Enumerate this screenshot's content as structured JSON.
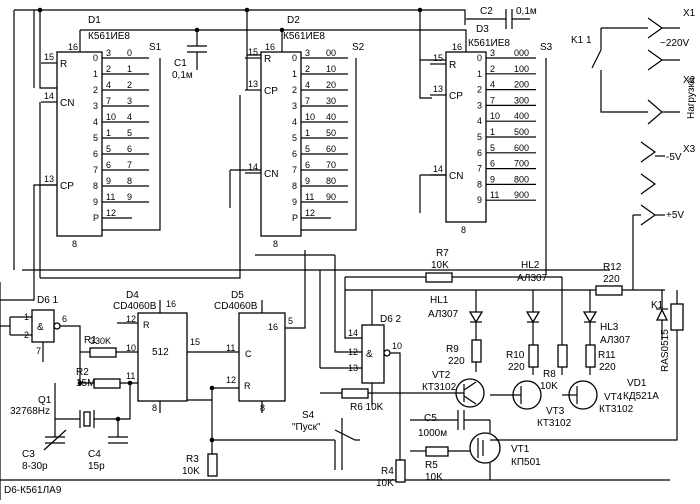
{
  "d1": {
    "ref": "D1",
    "type": "К561ИЕ8",
    "in_pins": [
      {
        "n": "15",
        "l": "R"
      },
      {
        "n": "14",
        "l": "CN"
      },
      {
        "n": "13",
        "l": "CP"
      }
    ],
    "top_pin": "16",
    "gnd_pin": "8",
    "out_nums": [
      "3",
      "2",
      "4",
      "7",
      "10",
      "1",
      "5",
      "6",
      "9",
      "11",
      "12"
    ],
    "out_labels": [
      "0",
      "1",
      "2",
      "3",
      "4",
      "5",
      "6",
      "7",
      "8",
      "9",
      "P"
    ],
    "ext": [
      "0",
      "1",
      "2",
      "3",
      "4",
      "5",
      "6",
      "7",
      "8",
      "9"
    ]
  },
  "d2": {
    "ref": "D2",
    "type": "К561ИЕ8",
    "in_pins": [
      {
        "n": "15",
        "l": "R"
      },
      {
        "n": "13",
        "l": "CP"
      },
      {
        "n": "14",
        "l": "CN"
      }
    ],
    "top_pin": "16",
    "gnd_pin": "8",
    "out_nums": [
      "3",
      "2",
      "4",
      "7",
      "10",
      "1",
      "5",
      "6",
      "9",
      "11",
      "12"
    ],
    "out_labels": [
      "0",
      "1",
      "2",
      "3",
      "4",
      "5",
      "6",
      "7",
      "8",
      "9",
      "P"
    ],
    "ext": [
      "00",
      "10",
      "20",
      "30",
      "40",
      "50",
      "60",
      "70",
      "80",
      "90"
    ]
  },
  "d3": {
    "ref": "D3",
    "type": "К561ИЕ8",
    "in_pins": [
      {
        "n": "15",
        "l": "R"
      },
      {
        "n": "13",
        "l": "CP"
      },
      {
        "n": "14",
        "l": "CN"
      }
    ],
    "top_pin": "16",
    "gnd_pin": "8",
    "out_nums": [
      "3",
      "2",
      "4",
      "7",
      "10",
      "1",
      "5",
      "6",
      "9",
      "11"
    ],
    "out_labels": [
      "0",
      "1",
      "2",
      "3",
      "4",
      "5",
      "6",
      "7",
      "8",
      "9"
    ],
    "ext": [
      "000",
      "100",
      "200",
      "300",
      "400",
      "500",
      "600",
      "700",
      "800",
      "900"
    ]
  },
  "switches": {
    "s1": "S1",
    "s2": "S2",
    "s3": "S3",
    "s4": "S4",
    "s4_name": "\"Пуск\""
  },
  "caps": {
    "c1_ref": "C1",
    "c1_val": "0,1м",
    "c2_ref": "C2",
    "c2_val": "0,1м",
    "c3_ref": "C3",
    "c3_val": "8-30р",
    "c4_ref": "C4",
    "c4_val": "15р",
    "c5_ref": "C5",
    "c5_val": "1000м"
  },
  "d4": {
    "ref": "D4",
    "type": "CD4060B",
    "pin16": "16",
    "r_pin": "12",
    "r_lbl": "R",
    "in_pin": "10",
    "out_pin": "15",
    "mid": "512",
    "gnd_pin": "8",
    "pin11": "11"
  },
  "d5": {
    "ref": "D5",
    "type": "CD4060B",
    "pin16": "16",
    "c_pin": "11",
    "c_lbl": "C",
    "r_pin": "12",
    "r_lbl": "R",
    "out_pin": "5",
    "gnd_pin": "8"
  },
  "d61": {
    "ref": "D6 1",
    "pins": [
      "1",
      "2",
      "6",
      "7"
    ],
    "sym": "&"
  },
  "d62": {
    "ref": "D6 2",
    "pins": [
      "14",
      "12",
      "13",
      "10"
    ],
    "sym": "&"
  },
  "resistors": {
    "r1": "R1",
    "r1v": "330K",
    "r2": "R2",
    "r2v": "15M",
    "r3": "R3",
    "r3v": "10K",
    "r4": "R4",
    "r4v": "10K",
    "r5": "R5",
    "r5v": "10K",
    "r6": "R6 10K",
    "r7": "R7",
    "r7v": "10K",
    "r8": "R8",
    "r8v": "10K",
    "r9": "R9",
    "r9v": "220",
    "r10": "R10",
    "r10v": "220",
    "r11": "R11",
    "r11v": "220",
    "r12": "R12",
    "r12v": "220"
  },
  "q1": {
    "ref": "Q1",
    "val": "32768Hz"
  },
  "d6_note": "D6-К561ЛА9",
  "leds": {
    "hl1": "HL1",
    "hl1v": "АЛ307",
    "hl2": "HL2",
    "hl2v": "АЛ307",
    "hl3": "HL3",
    "hl3v": "АЛ307"
  },
  "trans": {
    "vt2": "VT2",
    "vt2v": "КТ3102",
    "vt3": "VT3",
    "vt3v": "КТ3102",
    "vt4": "VT4",
    "vt4v": "КТ3102",
    "vt1": "VT1",
    "vt1v": "КП501"
  },
  "relay": {
    "k1": "K1",
    "k1v": "RAS0515",
    "k11": "K1 1",
    "vd1": "VD1",
    "vd1v": "КД521А"
  },
  "conn": {
    "x1": "X1",
    "x1v": "~220V",
    "x2": "X2",
    "x2v": "Нагрузка",
    "x3": "X3",
    "minus5": "-5V",
    "plus5": "+5V"
  }
}
